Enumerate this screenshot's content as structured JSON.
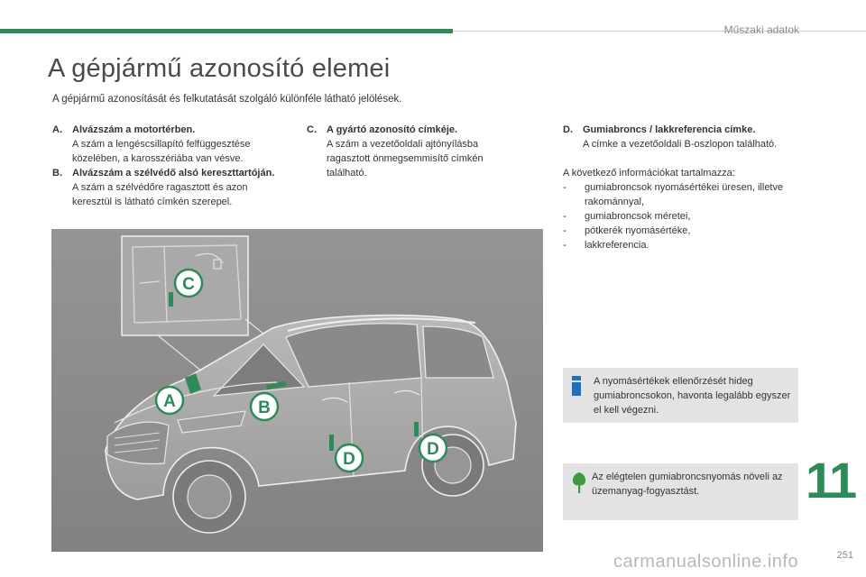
{
  "header": {
    "section_label": "Műszaki adatok"
  },
  "page": {
    "title": "A gépjármű azonosító elemei",
    "intro": "A gépjármű azonosítását és felkutatását szolgáló különféle látható jelölések."
  },
  "items": {
    "a": {
      "letter": "A.",
      "heading": "Alvázszám a motortérben.",
      "body": "A szám a lengéscsillapító felfüggesztése közelében, a karosszériába van vésve."
    },
    "b": {
      "letter": "B.",
      "heading": "Alvázszám a szélvédő alsó kereszttartóján.",
      "body": "A szám a szélvédőre ragasztott és azon keresztül is látható címkén szerepel."
    },
    "c": {
      "letter": "C.",
      "heading": "A gyártó azonosító címkéje.",
      "body": "A szám a vezetőoldali ajtónyílásba ragasztott önmegsemmisítő címkén található."
    },
    "d": {
      "letter": "D.",
      "heading": "Gumiabroncs / lakkreferencia címke.",
      "body": "A címke a vezetőoldali B-oszlopon található.",
      "lead": "A következő információkat tartalmazza:",
      "list": [
        "gumiabroncsok nyomásértékei üresen, illetve rakománnyal,",
        "gumiabroncsok méretei,",
        "pótkerék nyomásértéke,",
        "lakkreferencia."
      ]
    }
  },
  "figure": {
    "callouts": [
      "A",
      "B",
      "C",
      "D",
      "D"
    ]
  },
  "info_box": {
    "icon": "info-icon",
    "text": "A nyomásértékek ellenőrzését hideg gumiabroncsokon, havonta legalább egyszer el kell végezni."
  },
  "eco_box": {
    "icon": "eco-leaf-icon",
    "text": "Az elégtelen gumiabroncsnyomás növeli az üzemanyag-fogyasztást."
  },
  "chapter_number": "11",
  "page_number": "251",
  "watermark": "carmanualsonline.info",
  "colors": {
    "accent_green": "#2e8b57",
    "box_grey": "#e3e3e3",
    "figure_grey": "#8e8e8e",
    "info_blue": "#1f6fbf"
  }
}
